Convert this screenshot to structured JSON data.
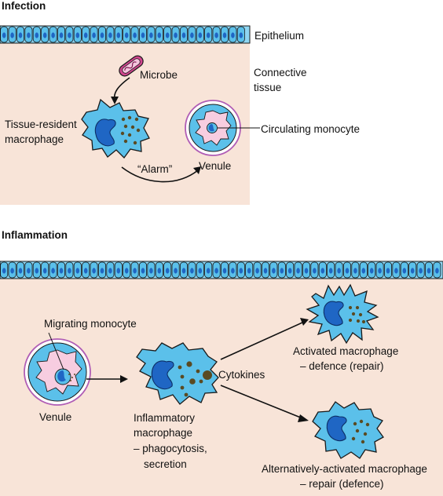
{
  "infection": {
    "title": "Infection",
    "epithelium_label": "Epithelium",
    "connective_tissue_label": [
      "Connective",
      "tissue"
    ],
    "microbe_label": "Microbe",
    "resident_macrophage_label": [
      "Tissue-resident",
      "macrophage"
    ],
    "circulating_monocyte_label": "Circulating monocyte",
    "alarm_label": "“Alarm”",
    "venule_label": "Venule"
  },
  "inflammation": {
    "title": "Inflammation",
    "migrating_monocyte_label": "Migrating monocyte",
    "venule_label": "Venule",
    "inflammatory_macrophage_label": [
      "Inflammatory",
      "macrophage",
      "– phagocytosis,",
      "secretion"
    ],
    "cytokines_label": "Cytokines",
    "activated_macrophage_label": [
      "Activated macrophage",
      "– defence (repair)"
    ],
    "alternative_macrophage_label": [
      "Alternatively-activated macrophage",
      "– repair (defence)"
    ]
  },
  "colors": {
    "tissue": "#f8e4d8",
    "cell_blue": "#5bc0ea",
    "nucleus_blue": "#1f66c4",
    "granule": "#5a4a22",
    "vessel_pink": "#f7cde0",
    "vessel_ring": "#b05db5",
    "microbe": "#d1458e"
  }
}
